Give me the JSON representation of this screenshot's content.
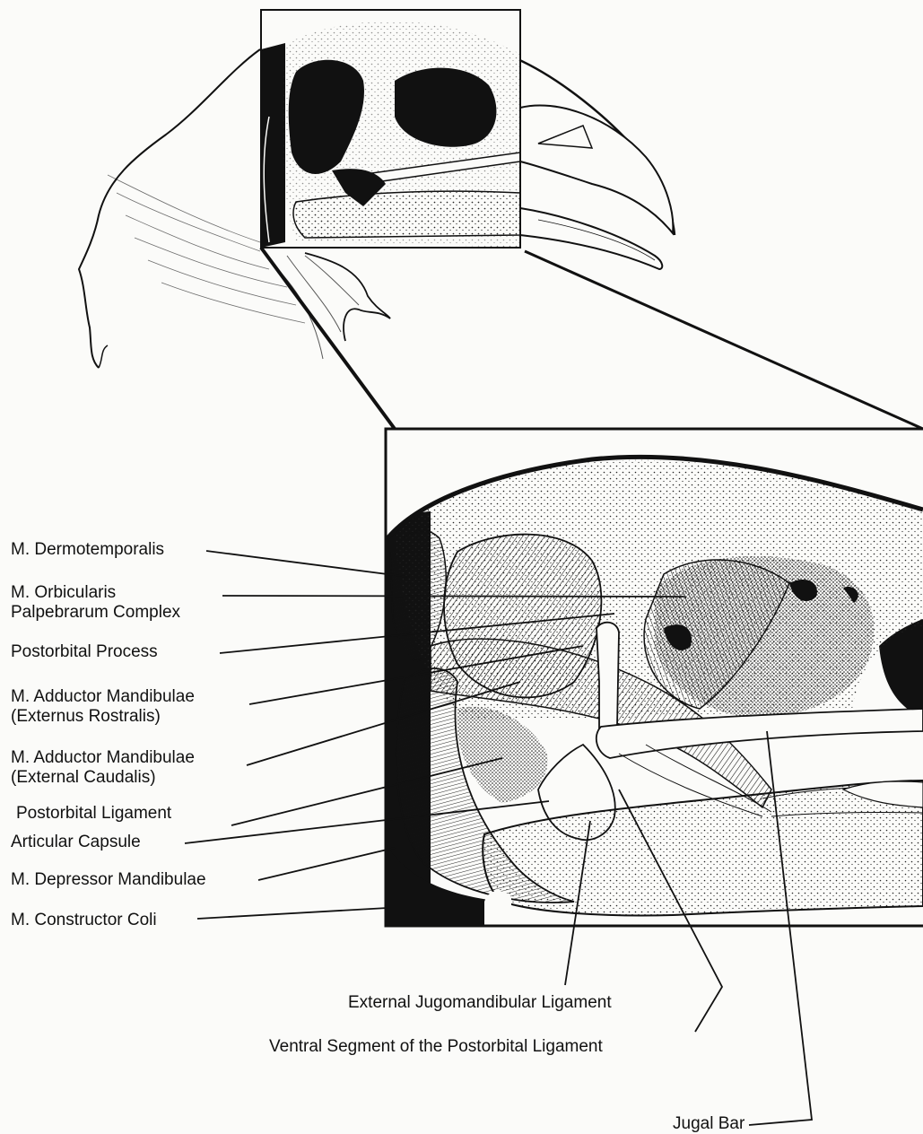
{
  "labels": {
    "dermotemporalis": "M. Dermotemporalis",
    "orbicularis_1": "M. Orbicularis",
    "orbicularis_2": "Palpebrarum Complex",
    "postorbital_process": "Postorbital Process",
    "adductor_rostralis_1": "M. Adductor Mandibulae",
    "adductor_rostralis_2": "(Externus Rostralis)",
    "adductor_caudalis_1": "M. Adductor Mandibulae",
    "adductor_caudalis_2": "(External Caudalis)",
    "postorbital_ligament": "Postorbital Ligament",
    "articular_capsule": "Articular Capsule",
    "depressor_mandibulae": "M. Depressor Mandibulae",
    "constructor_coli": "M. Constructor Coli",
    "external_jugomandibular": "External Jugomandibular Ligament",
    "ventral_segment": "Ventral Segment of the Postorbital Ligament",
    "jugal_bar": "Jugal Bar"
  }
}
